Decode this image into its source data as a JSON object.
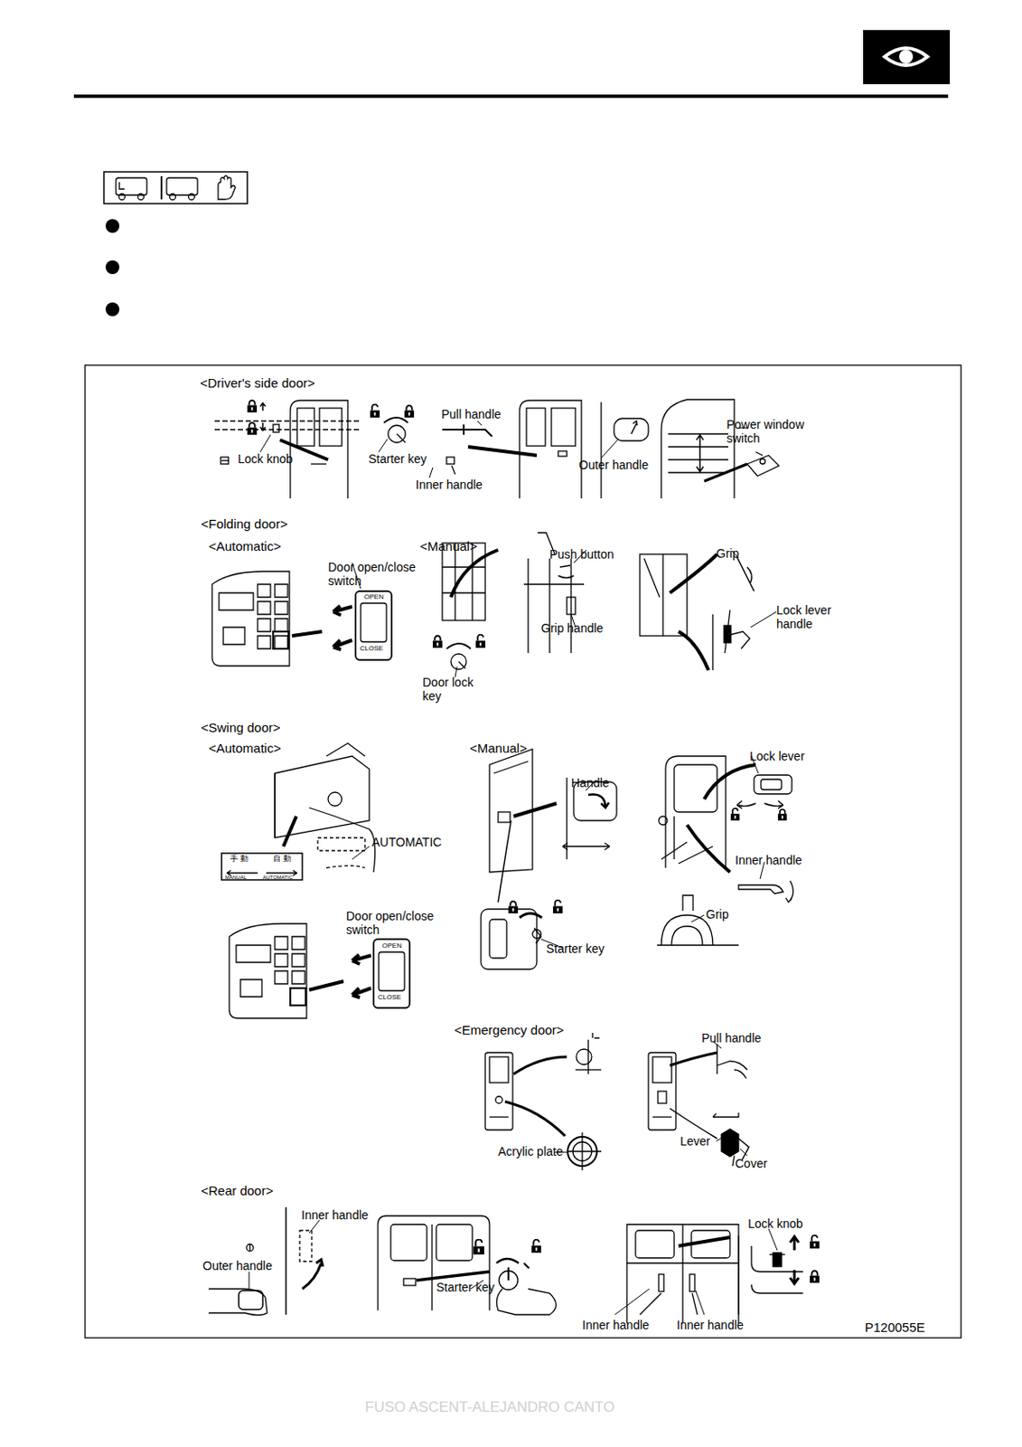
{
  "diagram": {
    "labels": [
      "<Driver's side door>",
      "Lock knob",
      "Starter key",
      "Pull handle",
      "Inner handle",
      "Outer handle",
      "Power window switch",
      "<Folding door>",
      "<Automatic>",
      "Door open/close switch",
      "OPEN",
      "CLOSE",
      "<Manual>",
      "Push button",
      "Grip handle",
      "Door lock key",
      "Grip",
      "Lock lever handle",
      "<Swing door>",
      "<Automatic>",
      "AUTOMATIC",
      "手 動",
      "自 動",
      "MANUAL",
      "AUTOMATIC",
      "Door open/close switch",
      "OPEN",
      "CLOSE",
      "<Manual>",
      "Handle",
      "Starter key",
      "Lock lever",
      "Inner handle",
      "Grip",
      "<Emergency door>",
      "Acrylic plate",
      "Pull handle",
      "Lever",
      "Cover",
      "<Rear door>",
      "Inner handle",
      "Outer handle",
      "Starter key",
      "Lock knob",
      "Inner handle",
      "Inner handle",
      "P120055E",
      "FUSO ASCENT-ALEJANDRO CANTO"
    ]
  }
}
